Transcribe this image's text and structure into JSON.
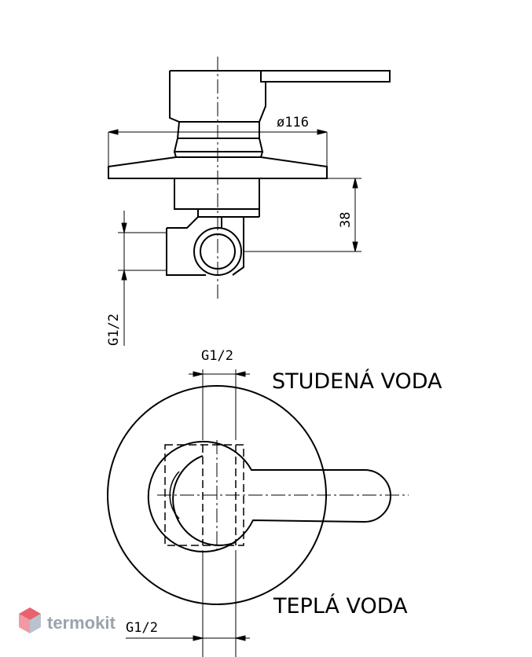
{
  "drawing": {
    "side_view": {
      "diameter_label": "ø116",
      "height_label": "38",
      "thread_label": "G1/2"
    },
    "top_view": {
      "thread_label_top": "G1/2",
      "thread_label_bottom": "G1/2",
      "cold_water_label": "STUDENÁ VODA",
      "hot_water_label": "TEPLÁ VODA"
    }
  },
  "watermark": {
    "text": "termokit",
    "colors": {
      "cube_top": "#e8636f",
      "cube_left": "#f29aa2",
      "cube_right": "#b9c3cf"
    }
  },
  "style": {
    "line_color": "#000000",
    "watermark_color": "#9aa3ad"
  }
}
